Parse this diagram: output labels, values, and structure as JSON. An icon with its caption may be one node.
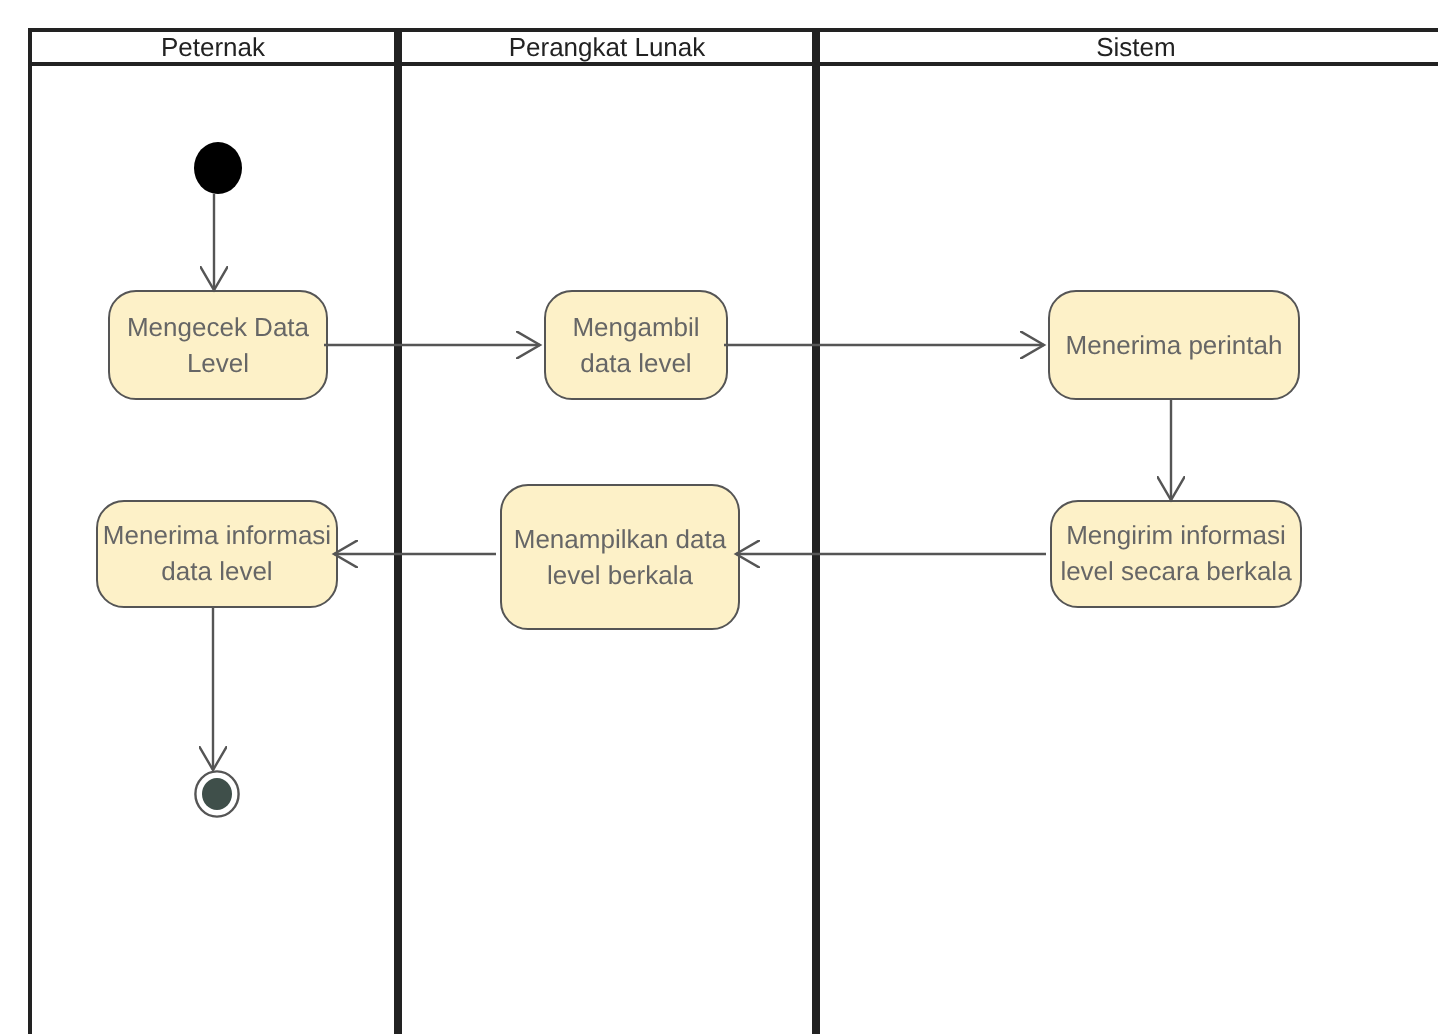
{
  "diagram": {
    "nodes": [
      {
        "text": [
          "Peternak"
        ]
      },
      {
        "text": [
          "Perangkat Lunak"
        ]
      },
      {
        "text": [
          "Sistem"
        ]
      },
      {
        "text": [],
        "shape": "circle",
        "in": 0
      },
      {
        "text": [
          "Mengecek Data Level"
        ],
        "in": 0
      },
      {
        "text": [
          "Mengambil data level"
        ],
        "in": 1
      },
      {
        "text": [
          "Menerima perintah"
        ],
        "in": 2
      },
      {
        "text": [
          "Mengirim informasi level secara berkala"
        ],
        "in": 2
      },
      {
        "text": [
          "Menampilkan data level berkala"
        ],
        "in": 1
      },
      {
        "text": [
          "Menerima informasi data level"
        ],
        "in": 0
      },
      {
        "text": [],
        "shape": "bullseye",
        "in": 0
      }
    ],
    "edges": [
      {
        "from": 3,
        "to": 4,
        "arrow": "to"
      },
      {
        "from": 4,
        "to": 5,
        "arrow": "to"
      },
      {
        "from": 5,
        "to": 6,
        "arrow": "to"
      },
      {
        "from": 6,
        "to": 7,
        "arrow": "to"
      },
      {
        "from": 7,
        "to": 8,
        "arrow": "to"
      },
      {
        "from": 8,
        "to": 9,
        "arrow": "to"
      },
      {
        "from": 9,
        "to": 10,
        "arrow": "to"
      }
    ]
  }
}
